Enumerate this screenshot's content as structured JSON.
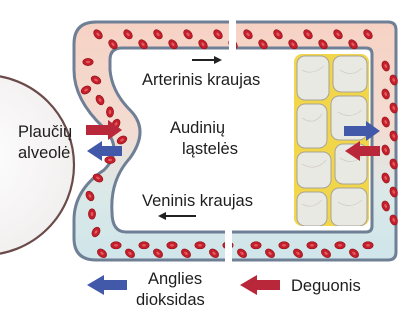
{
  "labels": {
    "arterial_blood": "Arterinis kraujas",
    "alveolus_line1": "Plaučių",
    "alveolus_line2": "alveolė",
    "tissue_line1": "Audinių",
    "tissue_line2": "ląstelės",
    "venous_blood": "Veninis kraujas"
  },
  "legend": {
    "co2_line1": "Anglies",
    "co2_line2": "dioksidas",
    "oxygen": "Deguonis"
  },
  "colors": {
    "oxygen_arrow": "#b8283a",
    "co2_arrow": "#4258a8",
    "red_blood_cell": "#c41f2a",
    "arterial_plasma": "#f6d3c6",
    "venous_plasma": "#d3e7ea",
    "vessel_wall": "#6e7f96",
    "tissue_membrane": "#f1d64a",
    "tissue_cell": "#e9e9e4"
  },
  "icons": {
    "oxygen": "red-arrow-left",
    "co2": "blue-arrow-left"
  }
}
